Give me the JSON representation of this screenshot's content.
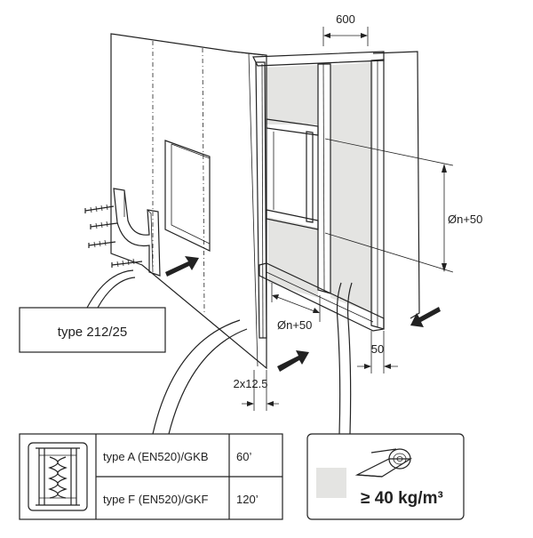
{
  "dimensions": {
    "top_width": "600",
    "right_height": "Øn+50",
    "bottom_width": "Øn+50",
    "post_width": "50",
    "boards": "2x12.5"
  },
  "callout_support": {
    "label": "type 212/25"
  },
  "board_table": {
    "rows": [
      {
        "type": "type A (EN520)/GKB",
        "rating": "60’"
      },
      {
        "type": "type F (EN520)/GKF",
        "rating": "120’"
      }
    ]
  },
  "insulation": {
    "density": "≥ 40 kg/m³"
  },
  "colors": {
    "line": "#222222",
    "insulation_fill": "#e4e4e2"
  }
}
